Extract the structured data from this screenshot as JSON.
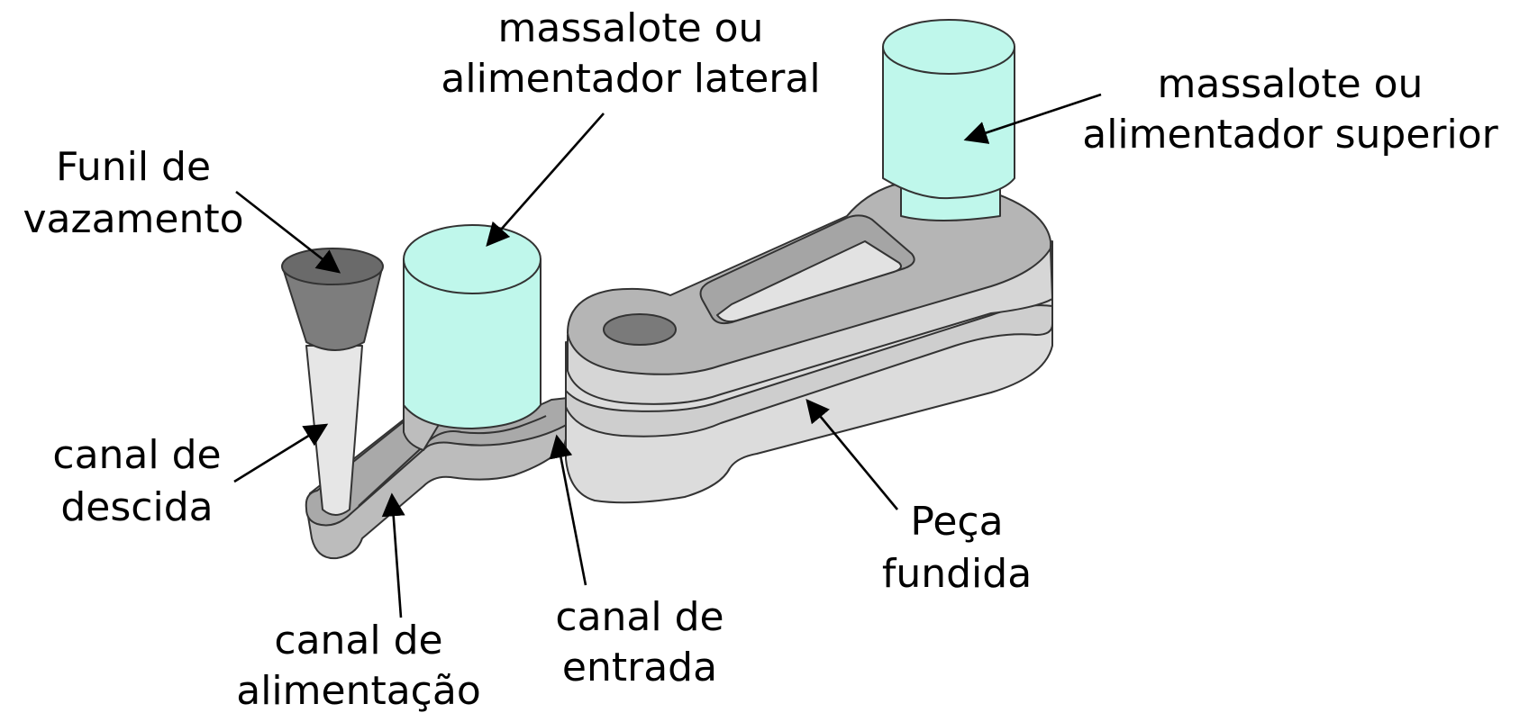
{
  "labels": {
    "funil": [
      "Funil de",
      "vazamento"
    ],
    "massalote_lateral": [
      "massalote ou",
      "alimentador lateral"
    ],
    "massalote_superior": [
      "massalote ou",
      "alimentador superior"
    ],
    "canal_descida": [
      "canal de",
      "descida"
    ],
    "canal_alimentacao": [
      "canal de",
      "alimentação"
    ],
    "canal_entrada": [
      "canal de",
      "entrada"
    ],
    "peca": [
      "Peça",
      "fundida"
    ]
  },
  "colors": {
    "riser": "#bff7eb",
    "part_light": "#dcdcdc",
    "part_mid": "#c6c6c6",
    "part_top": "#b4b4b4",
    "funnel": "#7d7d7d",
    "sprue": "#e6e6e6",
    "hole": "#7a7a7a"
  }
}
